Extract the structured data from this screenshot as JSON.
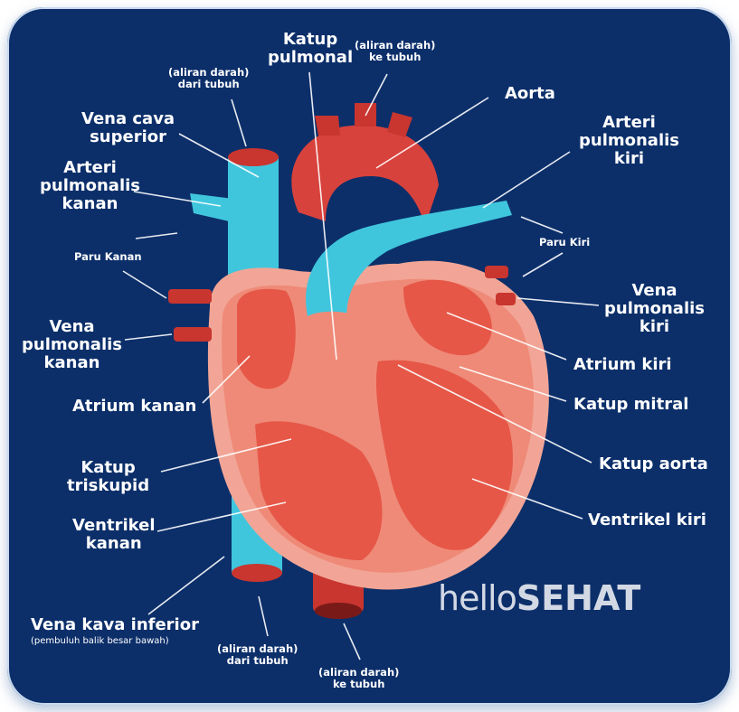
{
  "labels": {
    "katup_pulmonal": "Katup\npulmonal",
    "aliran_ke_tubuh_top": "(aliran darah)\nke tubuh",
    "aliran_dari_tubuh_top": "(aliran darah)\ndari tubuh",
    "vena_cava_superior": "Vena cava\nsuperior",
    "aorta": "Aorta",
    "arteri_pulmonalis_kiri": "Arteri\npulmonalis\nkiri",
    "arteri_pulmonalis_kanan": "Arteri\npulmonalis\nkanan",
    "paru_kanan": "Paru Kanan",
    "paru_kiri": "Paru Kiri",
    "vena_pulmonalis_kiri": "Vena\npulmonalis\nkiri",
    "vena_pulmonalis_kanan": "Vena\npulmonalis\nkanan",
    "atrium_kiri": "Atrium kiri",
    "atrium_kanan": "Atrium kanan",
    "katup_mitral": "Katup mitral",
    "katup_aorta": "Katup aorta",
    "katup_triskupid": "Katup\ntriskupid",
    "ventrikel_kiri": "Ventrikel kiri",
    "ventrikel_kanan": "Ventrikel\nkanan",
    "vena_kava_inferior": "Vena kava inferior",
    "vena_kava_inferior_sub": "(pembuluh balik besar bawah)",
    "aliran_dari_tubuh_bottom": "(aliran darah)\ndari tubuh",
    "aliran_ke_tubuh_bottom": "(aliran darah)\nke tubuh"
  },
  "brand": {
    "part1": "hello",
    "part2": "SEHAT"
  },
  "colors": {
    "background": "#0c2f6a",
    "label": "#ffffff",
    "vein": "#3fc6dd",
    "artery": "#d8423c",
    "heart_outer": "#f2a596",
    "heart_inner": "#e65747"
  }
}
